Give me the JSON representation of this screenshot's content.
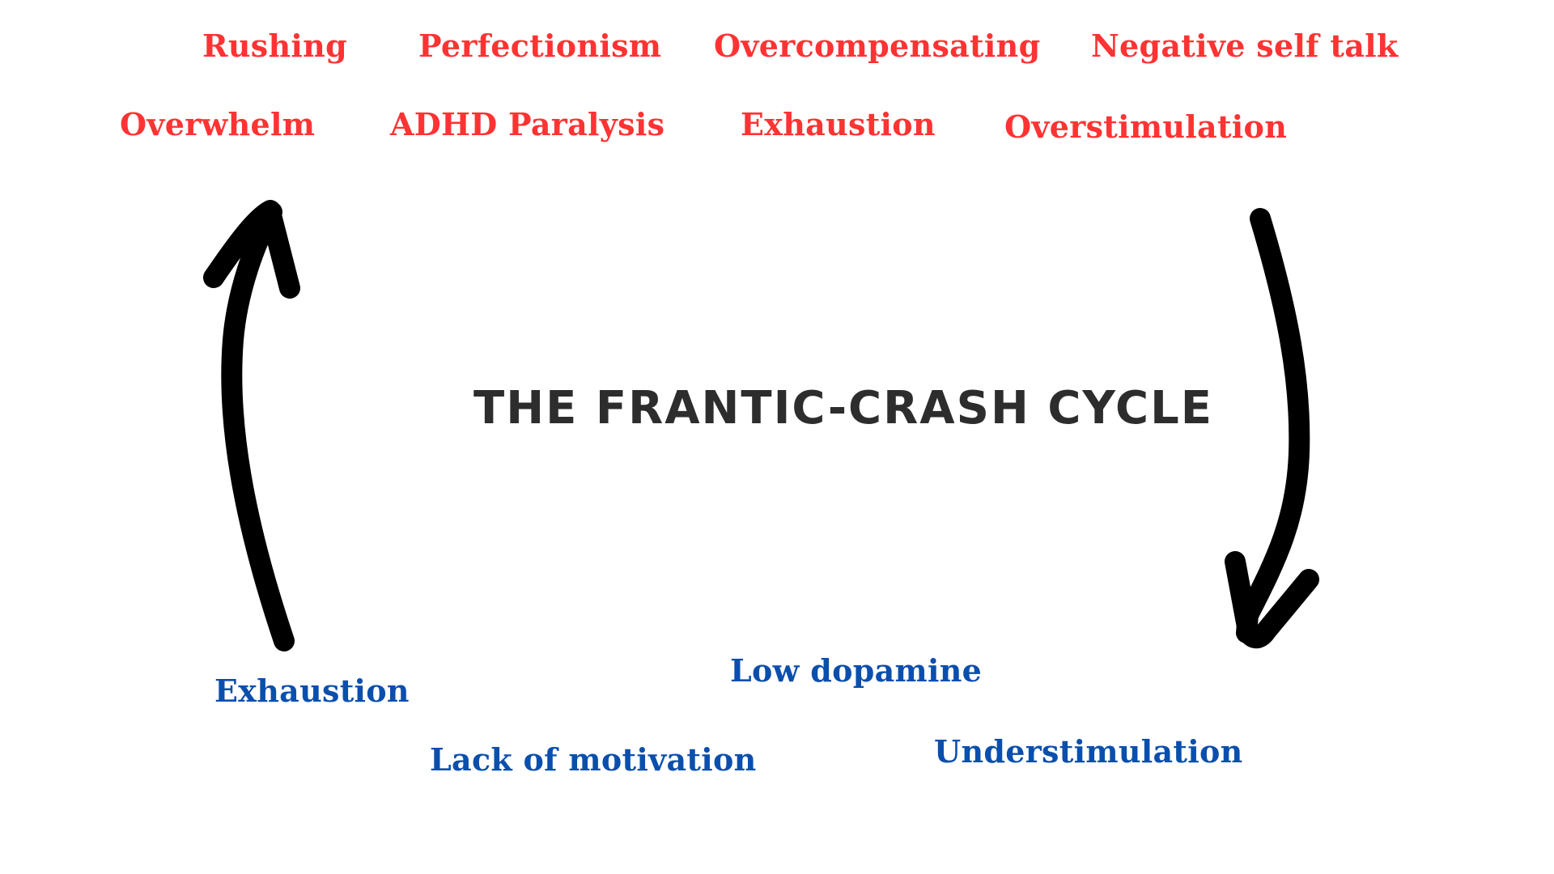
{
  "title": "THE FRANTIC-CRASH CYCLE",
  "colors": {
    "frantic": "#ff3333",
    "crash": "#0a4fad",
    "title": "#2d2d2d",
    "arrow": "#000000"
  },
  "frantic_labels": [
    "Rushing",
    "Perfectionism",
    "Overcompensating",
    "Negative self talk",
    "Overwhelm",
    "ADHD Paralysis",
    "Exhaustion",
    "Overstimulation"
  ],
  "crash_labels": [
    "Exhaustion",
    "Low dopamine",
    "Lack of motivation",
    "Understimulation"
  ],
  "arrows": [
    {
      "name": "up-arrow",
      "direction": "up",
      "meaning": "crash to frantic"
    },
    {
      "name": "down-arrow",
      "direction": "down",
      "meaning": "frantic to crash"
    }
  ]
}
